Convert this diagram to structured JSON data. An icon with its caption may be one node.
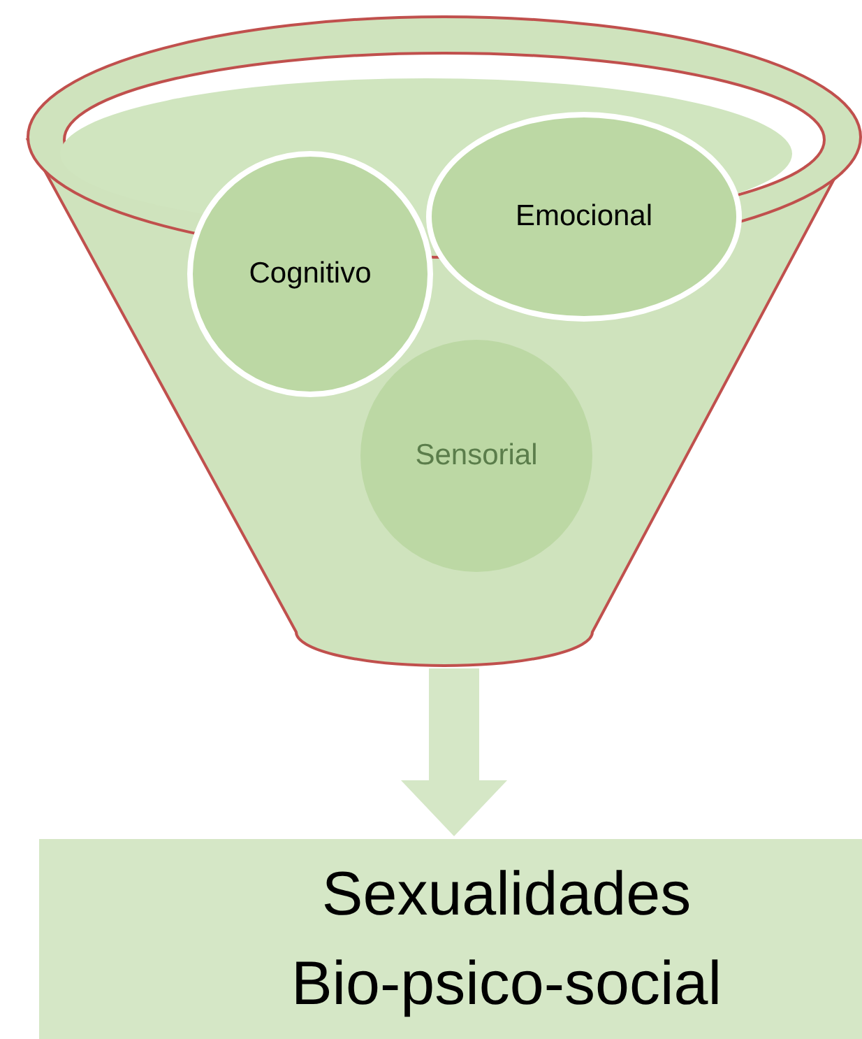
{
  "diagram": {
    "nodes": [
      {
        "text": [],
        "shape": "funnel"
      },
      {
        "text": [
          "Cognitivo"
        ],
        "in": 0
      },
      {
        "text": [
          "Emocional"
        ],
        "in": 0
      },
      {
        "text": [
          "Sensorial"
        ],
        "in": 0
      },
      {
        "text": [
          "Sexualidades Bio-psico-social"
        ]
      }
    ],
    "edges": [
      {
        "from": 0,
        "to": 4,
        "arrow": "to"
      }
    ]
  }
}
